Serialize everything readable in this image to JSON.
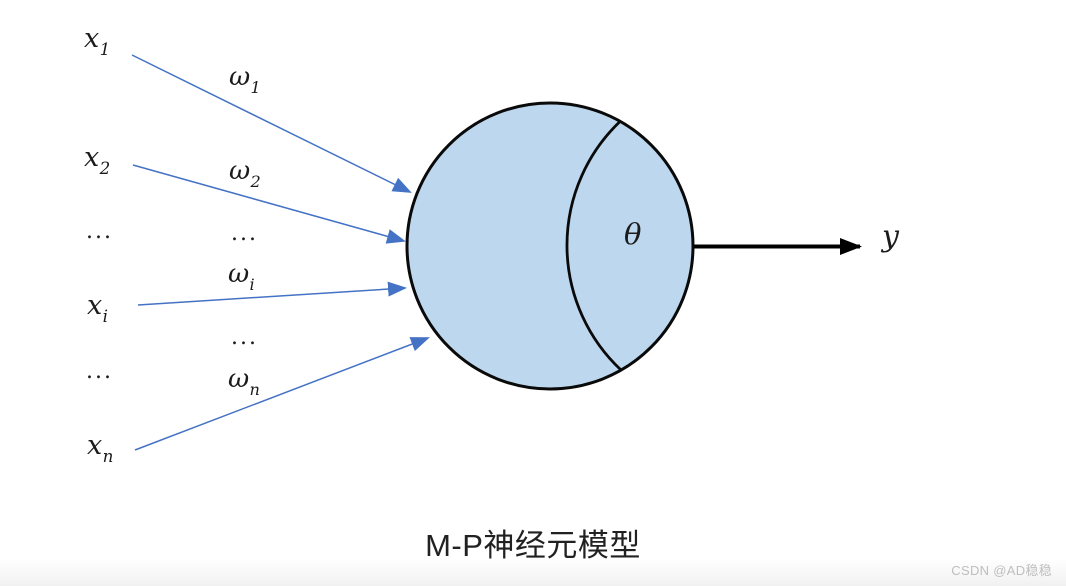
{
  "diagram": {
    "caption": "M-P神经元模型",
    "inputs": [
      {
        "base": "x",
        "sub": "1"
      },
      {
        "base": "x",
        "sub": "2"
      },
      {
        "base": "x",
        "sub": "i"
      },
      {
        "base": "x",
        "sub": "n"
      }
    ],
    "weights": [
      {
        "base": "ω",
        "sub": "1"
      },
      {
        "base": "ω",
        "sub": "2"
      },
      {
        "base": "ω",
        "sub": "i"
      },
      {
        "base": "ω",
        "sub": "n"
      }
    ],
    "ellipsis": "...",
    "threshold": "θ",
    "output": "y"
  },
  "colors": {
    "node_fill": "#BDD7EE",
    "node_stroke": "#0a0a0a",
    "arrow_blue": "#4472C4",
    "arrow_black": "#000000"
  },
  "watermark": "CSDN @AD稳稳"
}
